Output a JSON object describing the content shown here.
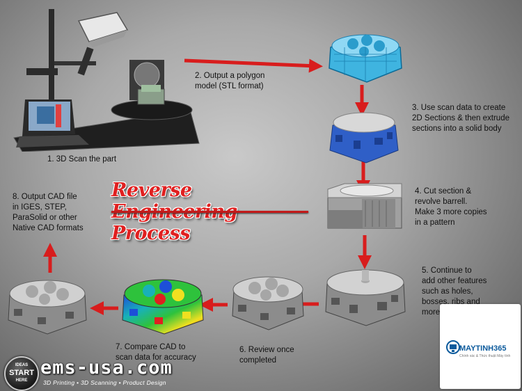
{
  "diagram": {
    "title": "Reverse Engineering Process",
    "steps": [
      {
        "id": 1,
        "text": "1. 3D Scan the part"
      },
      {
        "id": 2,
        "text": "2. Output a polygon\nmodel (STL format)"
      },
      {
        "id": 3,
        "text": "3. Use scan data to create\n2D Sections & then extrude\nsections into a solid body"
      },
      {
        "id": 4,
        "text": "4. Cut section &\nrevolve barrell.\nMake 3 more copies\nin a pattern"
      },
      {
        "id": 5,
        "text": "5. Continue to\nadd other features\nsuch as holes,\nbosses, ribs and\nmore"
      },
      {
        "id": 6,
        "text": "6. Review once\ncompleted"
      },
      {
        "id": 7,
        "text": "7. Compare CAD to\nscan data for accuracy"
      },
      {
        "id": 8,
        "text": "8. Output CAD file\nin IGES, STEP,\nParaSolid or other\nNative CAD formats"
      }
    ],
    "colors": {
      "arrow": "#d81d1d",
      "title": "#e02020",
      "stl_mesh": "#3fb4e0",
      "solid_body": "#2f5fc7",
      "cad_gray": "#9a9a9a",
      "heatmap": [
        "#1d4fd8",
        "#18b1b8",
        "#2ec23c",
        "#f0e020",
        "#e02020"
      ]
    }
  },
  "branding": {
    "logo_text_top": "IDEAS",
    "logo_text_mid": "START",
    "logo_text_bot": "HERE",
    "company": "ems-usa.com",
    "tagline": "3D Printing • 3D Scanning • Product Design"
  },
  "watermark": {
    "name": "MAYTINH365",
    "subtitle": "Chính xác & Thức thuật Máy tính"
  }
}
